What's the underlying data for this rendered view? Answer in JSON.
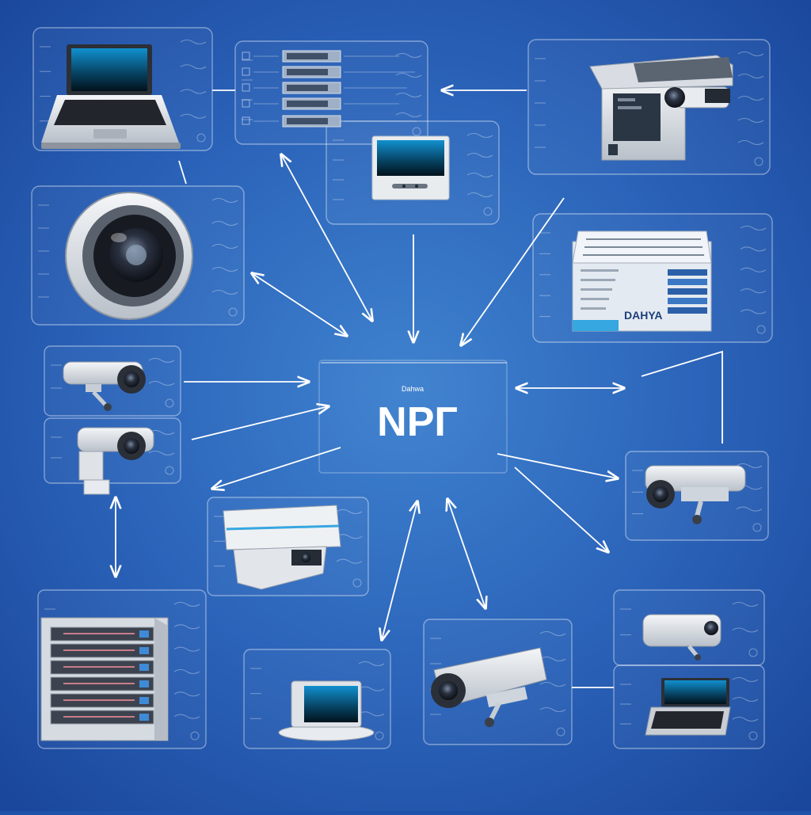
{
  "center": {
    "label": "NPГ",
    "sublabel": "Dahwa"
  },
  "nvr": {
    "brand": "DAHYA"
  },
  "nodes": [
    {
      "icon": "laptop-icon"
    },
    {
      "icon": "device-list-icon"
    },
    {
      "icon": "monitor-icon"
    },
    {
      "icon": "box-camera-icon"
    },
    {
      "icon": "lens-camera-icon"
    },
    {
      "icon": "nvr-recorder-icon"
    },
    {
      "icon": "bullet-camera-icon"
    },
    {
      "icon": "bullet-camera-icon"
    },
    {
      "icon": "bullet-camera-icon"
    },
    {
      "icon": "housing-camera-icon"
    },
    {
      "icon": "server-rack-icon"
    },
    {
      "icon": "display-terminal-icon"
    },
    {
      "icon": "bullet-camera-icon"
    },
    {
      "icon": "mini-camera-icon"
    },
    {
      "icon": "laptop-icon"
    }
  ],
  "colors": {
    "background": "#1f52aa",
    "center_glow": "#3f82cf",
    "line": "#ffffff",
    "accent": "#36a7e0",
    "screen": "#0b6fa0"
  }
}
